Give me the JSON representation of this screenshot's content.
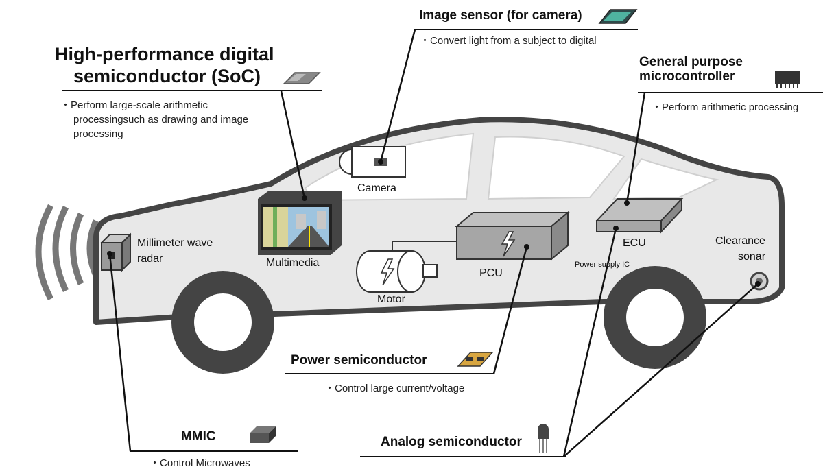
{
  "headings": {
    "soc_line1": "High-performance digital",
    "soc_line2": "semiconductor (SoC)",
    "image_sensor": "Image sensor (for camera)",
    "mcu_line1": "General purpose",
    "mcu_line2": "microcontroller",
    "power": "Power semiconductor",
    "analog": "Analog semiconductor",
    "mmic": "MMIC"
  },
  "descriptions": {
    "soc": [
      "・Perform large-scale arithmetic",
      "processingsuch as  drawing and image",
      "processing"
    ],
    "image_sensor": "・Convert light from a subject to digital",
    "mcu": "・Perform arithmetic processing",
    "power": "・Control large current/voltage",
    "mmic": "・Control Microwaves"
  },
  "parts": {
    "camera": "Camera",
    "multimedia": "Multimedia",
    "radar_line1": "Millimeter wave",
    "radar_line2": "radar",
    "motor": "Motor",
    "pcu": "PCU",
    "ecu": "ECU",
    "power_ic": "Power supply IC",
    "sonar_line1": "Clearance",
    "sonar_line2": "sonar"
  },
  "icons": [
    "chip-icon",
    "lightning-icon",
    "transistor-icon",
    "radio-wave-icon",
    "navigation-screen-icon"
  ],
  "colors": {
    "car_body": "#e8e8e8",
    "outline": "#444444",
    "component": "#b5b5b5",
    "leader_line": "#111111"
  }
}
